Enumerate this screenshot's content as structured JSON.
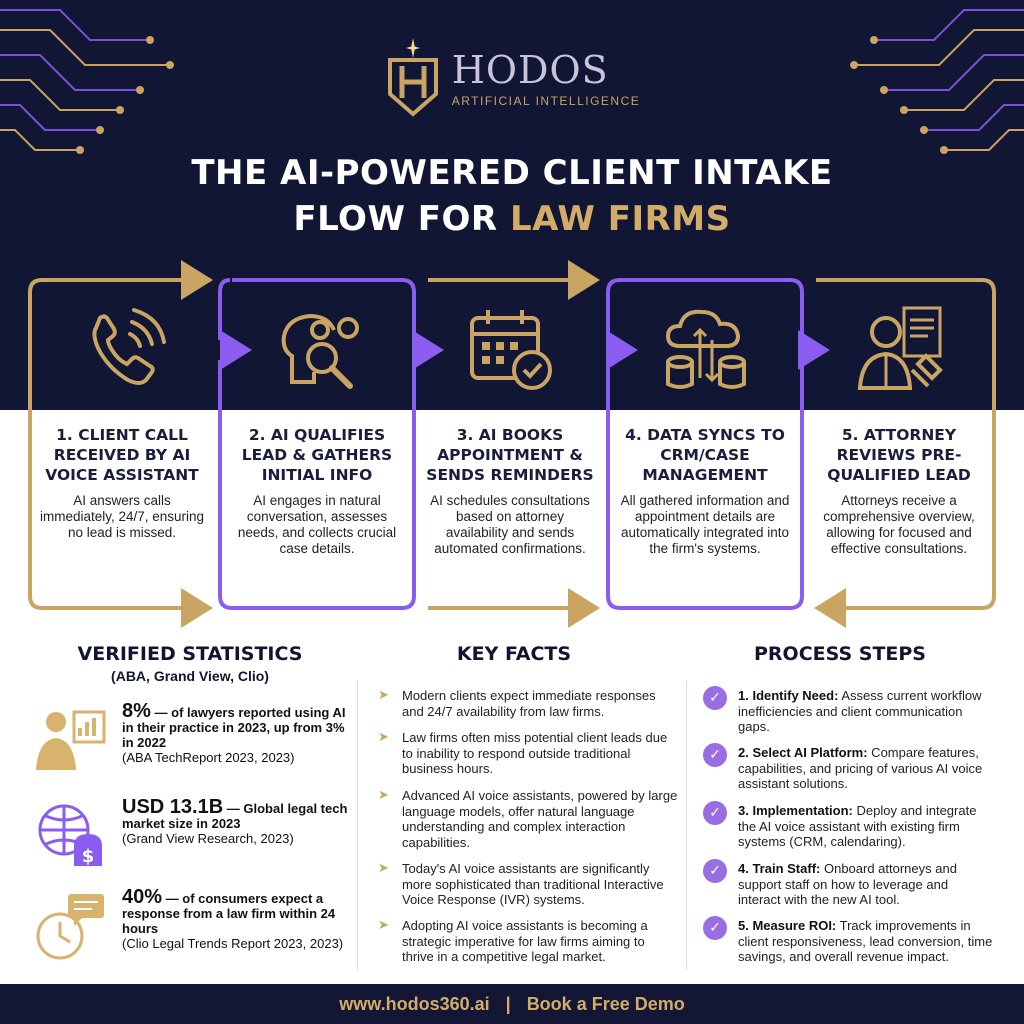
{
  "brand": {
    "name": "HODOS",
    "subtitle": "ARTIFICIAL INTELLIGENCE"
  },
  "headline": {
    "line1": "THE AI-POWERED CLIENT INTAKE",
    "line2_prefix": "FLOW FOR ",
    "line2_highlight": "LAW FIRMS"
  },
  "colors": {
    "navy": "#111634",
    "gold": "#c9a463",
    "purple": "#8a5cf0"
  },
  "steps": [
    {
      "icon": "phone-icon",
      "title": "1. CLIENT CALL RECEIVED BY AI VOICE ASSISTANT",
      "desc": "AI answers calls immediately, 24/7, ensuring no lead is missed."
    },
    {
      "icon": "brain-gears-icon",
      "title": "2. AI QUALIFIES LEAD & GATHERS INITIAL INFO",
      "desc": "AI engages in natural conversation, assesses needs, and collects crucial case details."
    },
    {
      "icon": "calendar-check-icon",
      "title": "3. AI BOOKS APPOINTMENT & SENDS REMINDERS",
      "desc": "AI schedules consultations based on attorney availability and sends automated confirmations."
    },
    {
      "icon": "cloud-sync-icon",
      "title": "4. DATA SYNCS TO CRM/CASE MANAGEMENT",
      "desc": "All gathered information and appointment details are automatically integrated into the firm's systems."
    },
    {
      "icon": "attorney-icon",
      "title": "5. ATTORNEY REVIEWS PRE-QUALIFIED LEAD",
      "desc": "Attorneys receive a comprehensive overview, allowing for focused and effective consultations."
    }
  ],
  "stats": {
    "heading": "VERIFIED STATISTICS",
    "subheading": "(ABA, Grand View, Clio)",
    "items": [
      {
        "icon": "user-chart-icon",
        "value": "8%",
        "text": " — of lawyers reported using AI in their practice in 2023, up from 3% in 2022",
        "source": "(ABA TechReport 2023, 2023)"
      },
      {
        "icon": "globe-money-icon",
        "value": "USD 13.1B",
        "text": " — Global legal tech market size in 2023",
        "source": "(Grand View Research, 2023)"
      },
      {
        "icon": "clock-message-icon",
        "value": "40%",
        "text": " — of consumers expect a response from a law firm within 24 hours",
        "source": "(Clio Legal Trends Report 2023, 2023)"
      }
    ]
  },
  "facts": {
    "heading": "KEY FACTS",
    "items": [
      "Modern clients expect immediate responses and 24/7 availability from law firms.",
      "Law firms often miss potential client leads due to inability to respond outside traditional business hours.",
      "Advanced AI voice assistants, powered by large language models, offer natural language understanding and complex interaction capabilities.",
      "Today's AI voice assistants are significantly more sophisticated than traditional Interactive Voice Response (IVR) systems.",
      "Adopting AI voice assistants is becoming a strategic imperative for law firms aiming to thrive in a competitive legal market."
    ]
  },
  "process": {
    "heading": "PROCESS STEPS",
    "items": [
      {
        "label": "1. Identify Need:",
        "text": " Assess current workflow inefficiencies and client communication gaps."
      },
      {
        "label": "2. Select AI Platform:",
        "text": " Compare features, capabilities, and pricing of various AI voice assistant solutions."
      },
      {
        "label": "3. Implementation:",
        "text": " Deploy and integrate the AI voice assistant with existing firm systems (CRM, calendaring)."
      },
      {
        "label": "4. Train Staff:",
        "text": " Onboard attorneys and support staff on how to leverage and interact with the new AI tool."
      },
      {
        "label": "5. Measure ROI:",
        "text": " Track improvements in client responsiveness, lead conversion, time savings, and overall revenue impact."
      }
    ]
  },
  "footer": {
    "url": "www.hodos360.ai",
    "separator": "|",
    "cta": "Book a Free Demo"
  }
}
